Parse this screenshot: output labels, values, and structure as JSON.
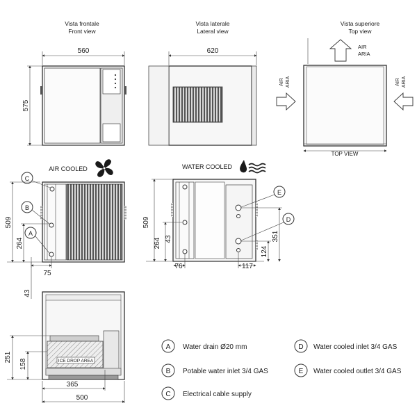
{
  "views": {
    "front": {
      "title_it": "Vista frontale",
      "title_en": "Front view",
      "width": "560",
      "height": "575"
    },
    "lateral": {
      "title_it": "Vista laterale",
      "title_en": "Lateral view",
      "width": "620"
    },
    "top": {
      "title_it": "Vista superiore",
      "title_en": "Top view",
      "air_top": "AIR",
      "aria_top": "ARIA",
      "air_side": "AIR",
      "aria_side": "ARIA",
      "label": "TOP VIEW"
    }
  },
  "air_cooled": {
    "title": "AIR COOLED",
    "height": "509",
    "h264": "264",
    "h75": "75",
    "h43": "43",
    "marker_c": "C",
    "marker_b": "B",
    "marker_a": "A"
  },
  "water_cooled": {
    "title": "WATER COOLED",
    "height": "509",
    "h264": "264",
    "h43": "43",
    "h76": "76",
    "h117": "117",
    "h351": "351",
    "h124": "124",
    "marker_e": "E",
    "marker_d": "D"
  },
  "bottom": {
    "h251": "251",
    "h158": "158",
    "w365": "365",
    "w500": "500",
    "ice_label": "ICE DROP AREA"
  },
  "legend": [
    {
      "key": "A",
      "text": "Water drain Ø20 mm"
    },
    {
      "key": "B",
      "text": "Potable water inlet 3/4 GAS"
    },
    {
      "key": "C",
      "text": "Electrical cable supply"
    },
    {
      "key": "D",
      "text": "Water cooled inlet 3/4 GAS"
    },
    {
      "key": "E",
      "text": "Water cooled outlet 3/4 GAS"
    }
  ]
}
